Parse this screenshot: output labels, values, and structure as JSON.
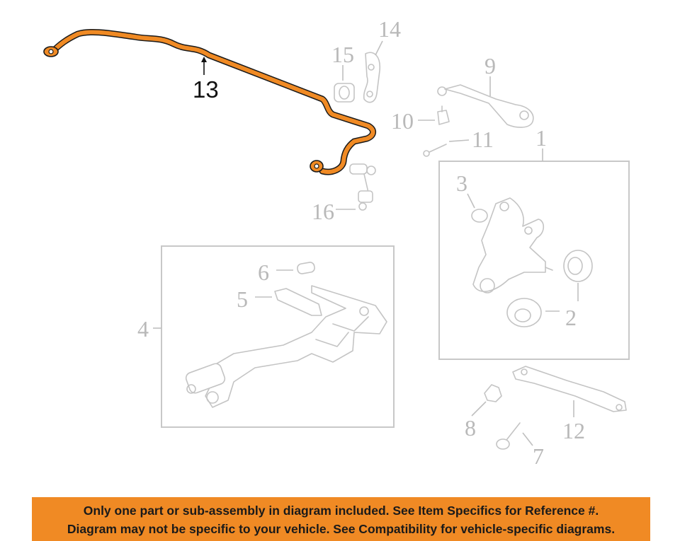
{
  "callouts": {
    "c1": "1",
    "c2": "2",
    "c3": "3",
    "c4": "4",
    "c5": "5",
    "c6": "6",
    "c7": "7",
    "c8": "8",
    "c9": "9",
    "c10": "10",
    "c11": "11",
    "c12": "12",
    "c13": "13",
    "c14": "14",
    "c15": "15",
    "c16": "16"
  },
  "highlight": {
    "part": "13",
    "color": "#f08a24",
    "outline": "#1a1a1a"
  },
  "notice": {
    "line1": "Only one part or sub-assembly in diagram included. See Item Specifics for Reference #.",
    "line2": "Diagram may not be specific to your vehicle. See Compatibility for vehicle-specific diagrams.",
    "background": "#f08a24"
  }
}
